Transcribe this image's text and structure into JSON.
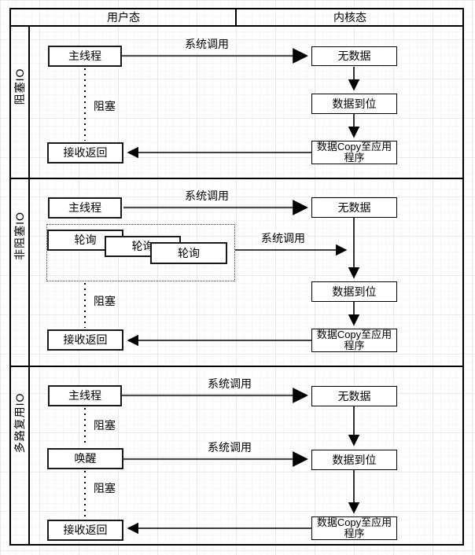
{
  "header": {
    "user_mode": "用户态",
    "kernel_mode": "内核态"
  },
  "sections": {
    "blocking": {
      "label": "阻塞IO",
      "main_thread": "主线程",
      "receive_return": "接收返回",
      "no_data": "无数据",
      "data_ready": "数据到位",
      "data_copy": "数据Copy至应用程序",
      "syscall_label": "系统调用",
      "block_label": "阻塞"
    },
    "nonblocking": {
      "label": "非阻塞IO",
      "main_thread": "主线程",
      "poll": "轮询",
      "receive_return": "接收返回",
      "no_data": "无数据",
      "data_ready": "数据到位",
      "data_copy": "数据Copy至应用程序",
      "syscall_label1": "系统调用",
      "syscall_label2": "系统调用",
      "block_label": "阻塞"
    },
    "multiplexing": {
      "label": "多路复用IO",
      "main_thread": "主线程",
      "wakeup": "唤醒",
      "receive_return": "接收返回",
      "no_data": "无数据",
      "data_ready": "数据到位",
      "data_copy": "数据Copy至应用程序",
      "syscall_label1": "系统调用",
      "syscall_label2": "系统调用",
      "block_label1": "阻塞",
      "block_label2": "阻塞"
    }
  },
  "colors": {
    "stroke": "#000000",
    "thick_line": "#4d4d4d",
    "box_fill": "#ffffff",
    "grid_minor": "#f7f7f7",
    "grid_major": "#e9e9e9"
  }
}
